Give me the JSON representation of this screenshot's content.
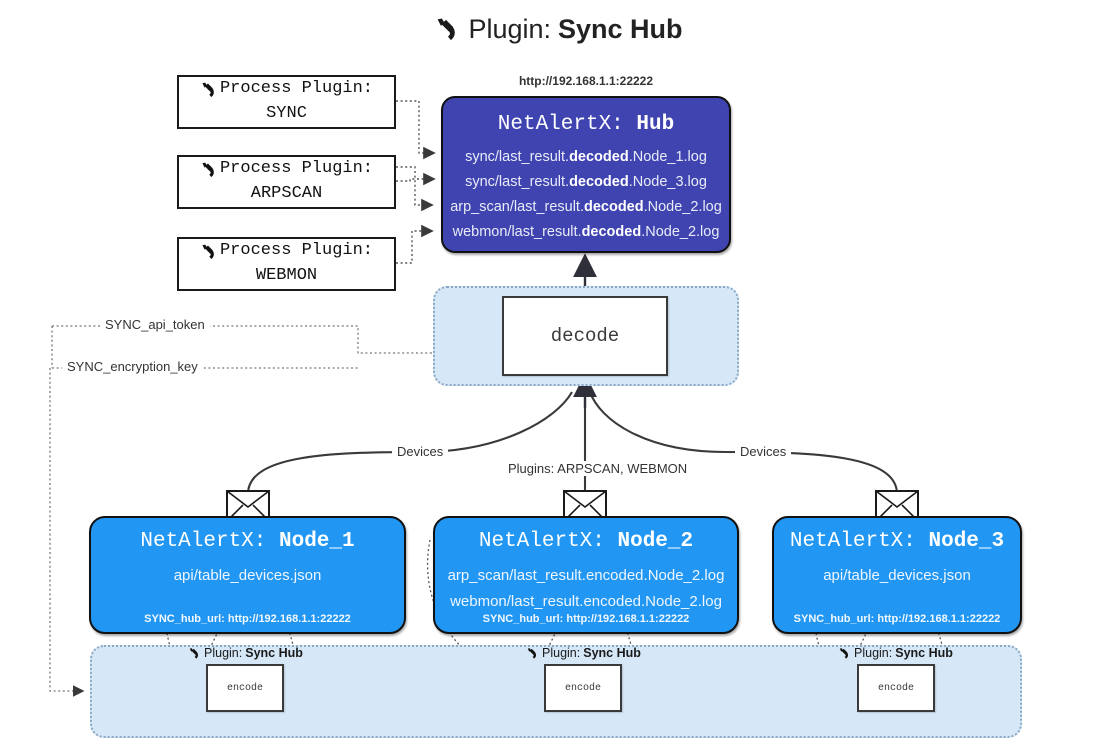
{
  "title": {
    "icon": "plug-icon",
    "prefix": "Plugin:",
    "name": "Sync Hub"
  },
  "process_plugins": [
    {
      "line1": "Process Plugin:",
      "line2": "SYNC",
      "icon": "plug-icon"
    },
    {
      "line1": "Process Plugin:",
      "line2": "ARPSCAN",
      "icon": "plug-icon"
    },
    {
      "line1": "Process Plugin:",
      "line2": "WEBMON",
      "icon": "plug-icon"
    }
  ],
  "hub": {
    "url": "http://192.168.1.1:22222",
    "title_prefix": "NetAlertX:",
    "title_name": "Hub",
    "files": [
      {
        "pre": "sync/last_result.",
        "em": "decoded",
        "post": ".Node_1.log"
      },
      {
        "pre": "sync/last_result.",
        "em": "decoded",
        "post": ".Node_3.log"
      },
      {
        "pre": "arp_scan/last_result.",
        "em": "decoded",
        "post": ".Node_2.log"
      },
      {
        "pre": "webmon/last_result.",
        "em": "decoded",
        "post": ".Node_2.log"
      }
    ]
  },
  "decode": {
    "label": "decode"
  },
  "settings": {
    "api_token": "SYNC_api_token",
    "encryption_key": "SYNC_encryption_key"
  },
  "wire_labels": {
    "devices_left": "Devices",
    "devices_right": "Devices",
    "plugins_middle": "Plugins: ARPSCAN, WEBMON"
  },
  "nodes": [
    {
      "title_prefix": "NetAlertX:",
      "title_name": "Node_1",
      "lines": [
        "api/table_devices.json"
      ],
      "footer": "SYNC_hub_url: http://192.168.1.1:22222",
      "icon": "envelope-icon"
    },
    {
      "title_prefix": "NetAlertX:",
      "title_name": "Node_2",
      "lines": [
        "arp_scan/last_result.encoded.Node_2.log",
        "webmon/last_result.encoded.Node_2.log"
      ],
      "footer": "SYNC_hub_url: http://192.168.1.1:22222",
      "icon": "envelope-icon"
    },
    {
      "title_prefix": "NetAlertX:",
      "title_name": "Node_3",
      "lines": [
        "api/table_devices.json"
      ],
      "footer": "SYNC_hub_url: http://192.168.1.1:22222",
      "icon": "envelope-icon"
    }
  ],
  "encoders": [
    {
      "plugin_prefix": "Plugin:",
      "plugin_name": "Sync Hub",
      "label": "encode",
      "icon": "plug-icon"
    },
    {
      "plugin_prefix": "Plugin:",
      "plugin_name": "Sync Hub",
      "label": "encode",
      "icon": "plug-icon"
    },
    {
      "plugin_prefix": "Plugin:",
      "plugin_name": "Sync Hub",
      "label": "encode",
      "icon": "plug-icon"
    }
  ],
  "colors": {
    "hub_fill": "#3f44b0",
    "node_fill": "#2196f3",
    "panel_fill": "#d6e7f8",
    "panel_border": "#8aa8c4",
    "stroke": "#3a3a3a"
  }
}
